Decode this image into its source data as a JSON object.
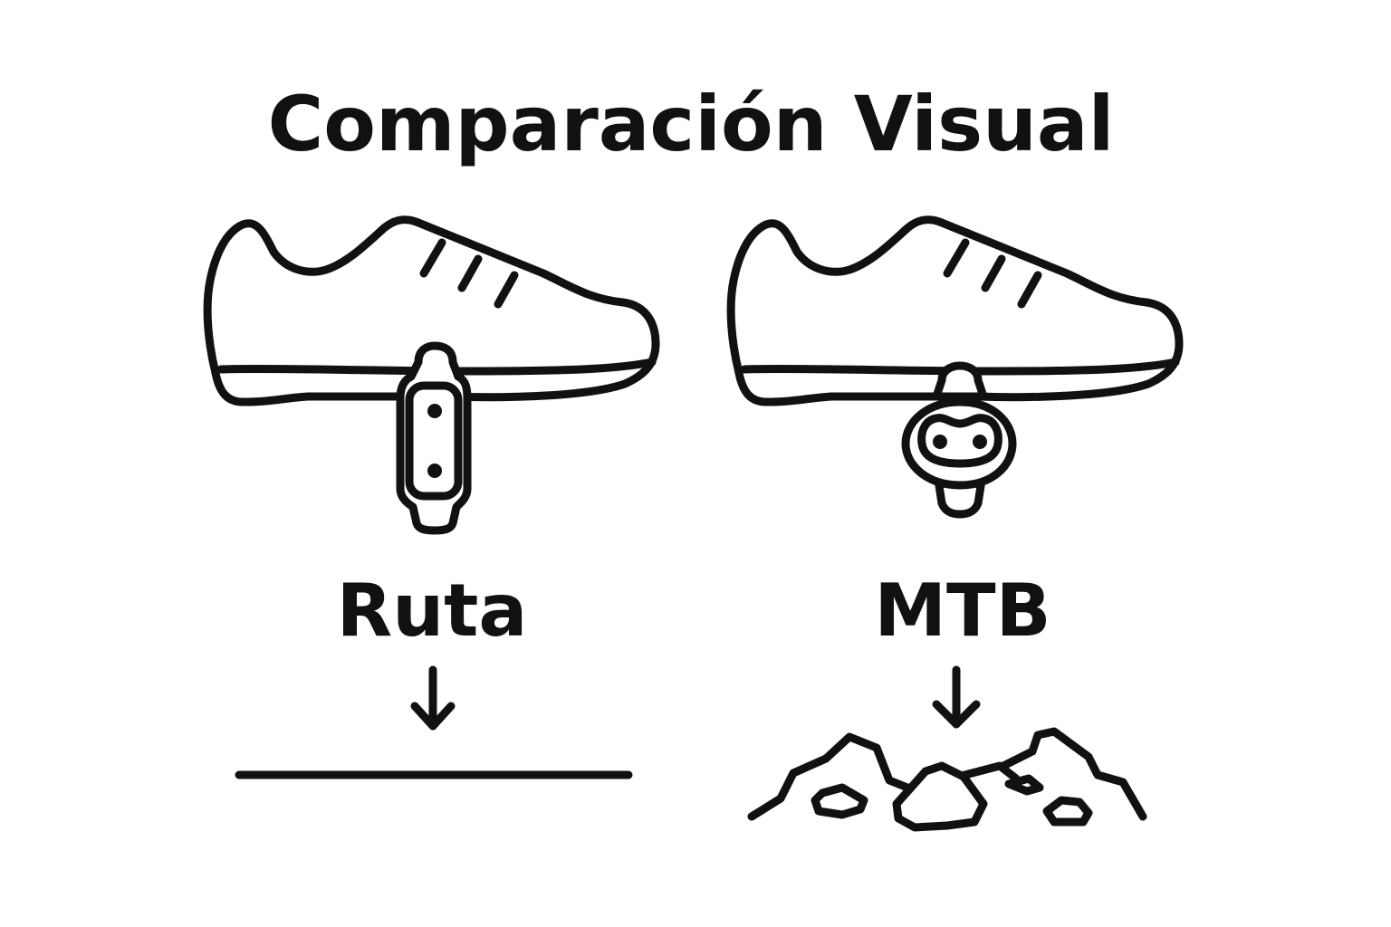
{
  "title": "Comparación Visual",
  "left": {
    "label": "Ruta",
    "shoe_icon": "road-cycling-shoe-icon",
    "cleat_icon": "road-cleat-icon",
    "terrain_icon": "flat-road-icon"
  },
  "right": {
    "label": "MTB",
    "shoe_icon": "mtb-cycling-shoe-icon",
    "cleat_icon": "mtb-cleat-icon",
    "terrain_icon": "rocky-terrain-icon"
  },
  "colors": {
    "ink": "#111111",
    "background": "#ffffff"
  }
}
